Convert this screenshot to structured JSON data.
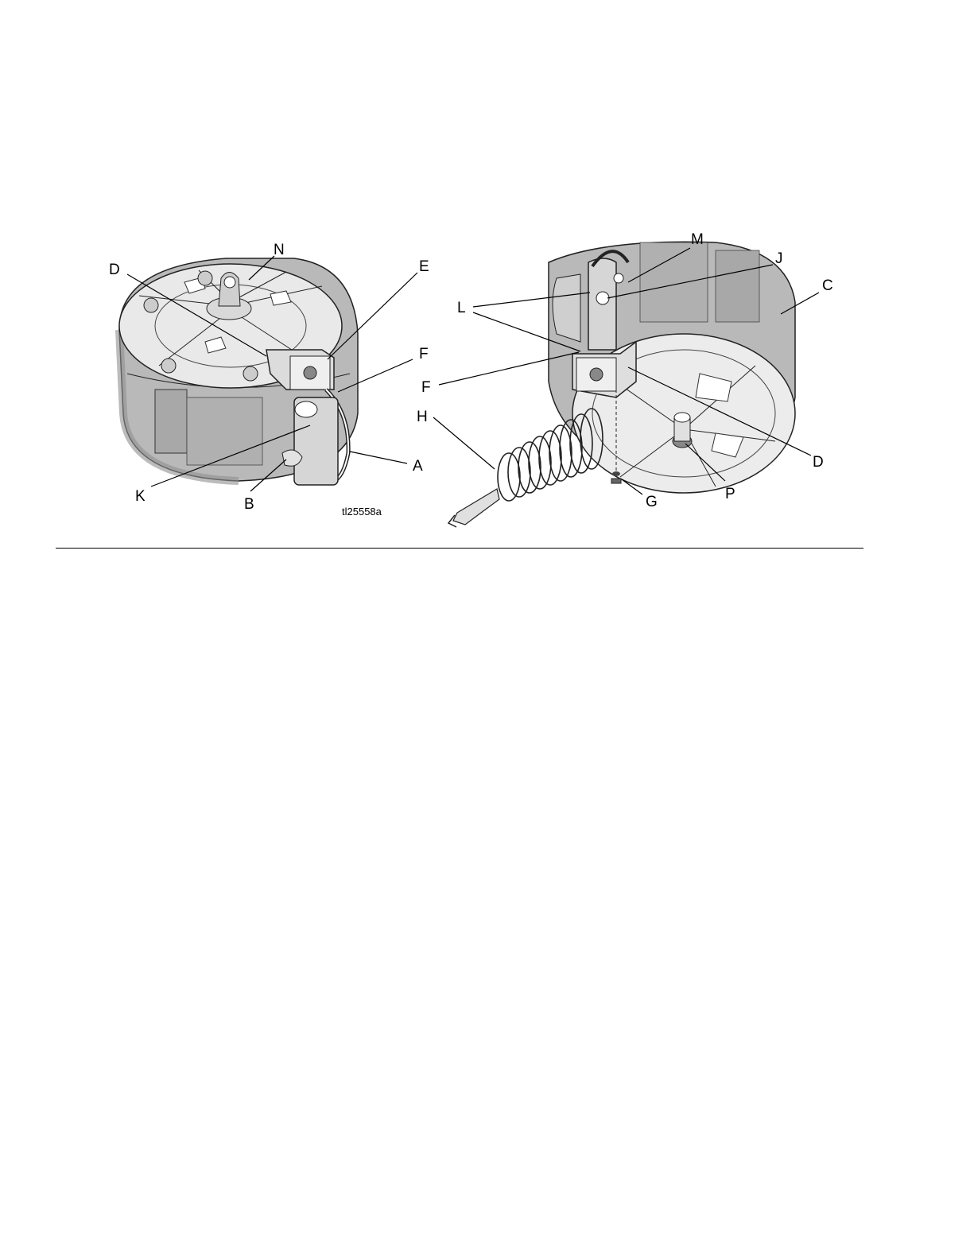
{
  "figure": {
    "figure_id": "tl25558a",
    "left_view_callouts": {
      "N": "N",
      "D": "D",
      "E": "E",
      "F": "F",
      "A": "A",
      "K": "K",
      "B": "B"
    },
    "right_view_callouts": {
      "M": "M",
      "J": "J",
      "C": "C",
      "L": "L",
      "F": "F",
      "H": "H",
      "D": "D",
      "G": "G",
      "P": "P"
    },
    "colors": {
      "body_gray": "#b9b9b9",
      "body_dark": "#8f8f8f",
      "top_light": "#e9e9e9",
      "line": "#222222"
    }
  }
}
